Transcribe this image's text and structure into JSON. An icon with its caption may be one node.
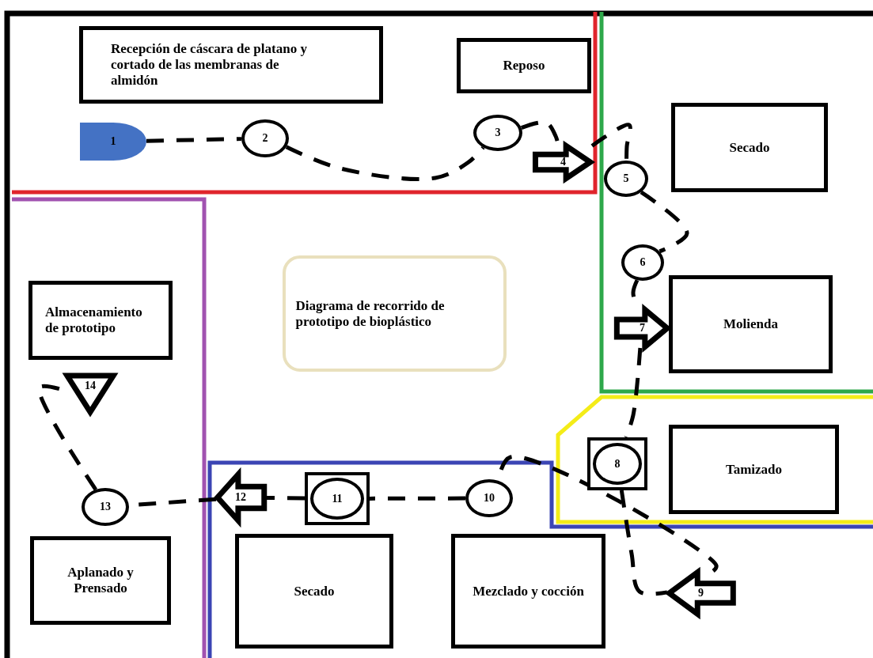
{
  "diagram": {
    "nodes": [
      {
        "text": [
          "Recepción de cáscara de platano y cortado de las membranas de almidón"
        ]
      },
      {
        "text": [
          "Reposo"
        ]
      },
      {
        "text": [
          "Secado"
        ]
      },
      {
        "text": [
          "Molienda"
        ]
      },
      {
        "text": [
          "Tamizado"
        ]
      },
      {
        "text": [
          "Mezclado y cocción"
        ]
      },
      {
        "text": [
          "Secado"
        ]
      },
      {
        "text": [
          "Aplanado y Prensado"
        ]
      },
      {
        "text": [
          "Almacenamiento de prototipo"
        ]
      },
      {
        "text": [
          "Diagrama de recorrido de prototipo de bioplástico"
        ]
      },
      {
        "text": [
          "1"
        ]
      },
      {
        "text": [
          "2"
        ]
      },
      {
        "text": [
          "3"
        ]
      },
      {
        "text": [
          "4"
        ]
      },
      {
        "text": [
          "5"
        ]
      },
      {
        "text": [
          "6"
        ]
      },
      {
        "text": [
          "7"
        ]
      },
      {
        "text": [
          "8"
        ]
      },
      {
        "text": [
          "9"
        ]
      },
      {
        "text": [
          "10"
        ]
      },
      {
        "text": [
          "11"
        ]
      },
      {
        "text": [
          "12"
        ]
      },
      {
        "text": [
          "13"
        ]
      },
      {
        "text": [
          "14"
        ]
      }
    ],
    "edges": [
      {
        "from": 10,
        "to": 11,
        "arrow": "none",
        "style": "dashed"
      },
      {
        "from": 11,
        "to": 12,
        "arrow": "none",
        "style": "dashed"
      },
      {
        "from": 12,
        "to": 13,
        "arrow": "none",
        "style": "dashed"
      },
      {
        "from": 13,
        "to": 14,
        "arrow": "none",
        "style": "dashed"
      },
      {
        "from": 14,
        "to": 15,
        "arrow": "none",
        "style": "dashed"
      },
      {
        "from": 15,
        "to": 16,
        "arrow": "none",
        "style": "dashed"
      },
      {
        "from": 16,
        "to": 17,
        "arrow": "none",
        "style": "dashed"
      },
      {
        "from": 17,
        "to": 18,
        "arrow": "none",
        "style": "dashed"
      },
      {
        "from": 18,
        "to": 19,
        "arrow": "none",
        "style": "dashed"
      },
      {
        "from": 19,
        "to": 20,
        "arrow": "none",
        "style": "dashed"
      },
      {
        "from": 20,
        "to": 21,
        "arrow": "none",
        "style": "dashed"
      },
      {
        "from": 21,
        "to": 22,
        "arrow": "none",
        "style": "dashed"
      },
      {
        "from": 22,
        "to": 23,
        "arrow": "none",
        "style": "dashed"
      }
    ]
  }
}
